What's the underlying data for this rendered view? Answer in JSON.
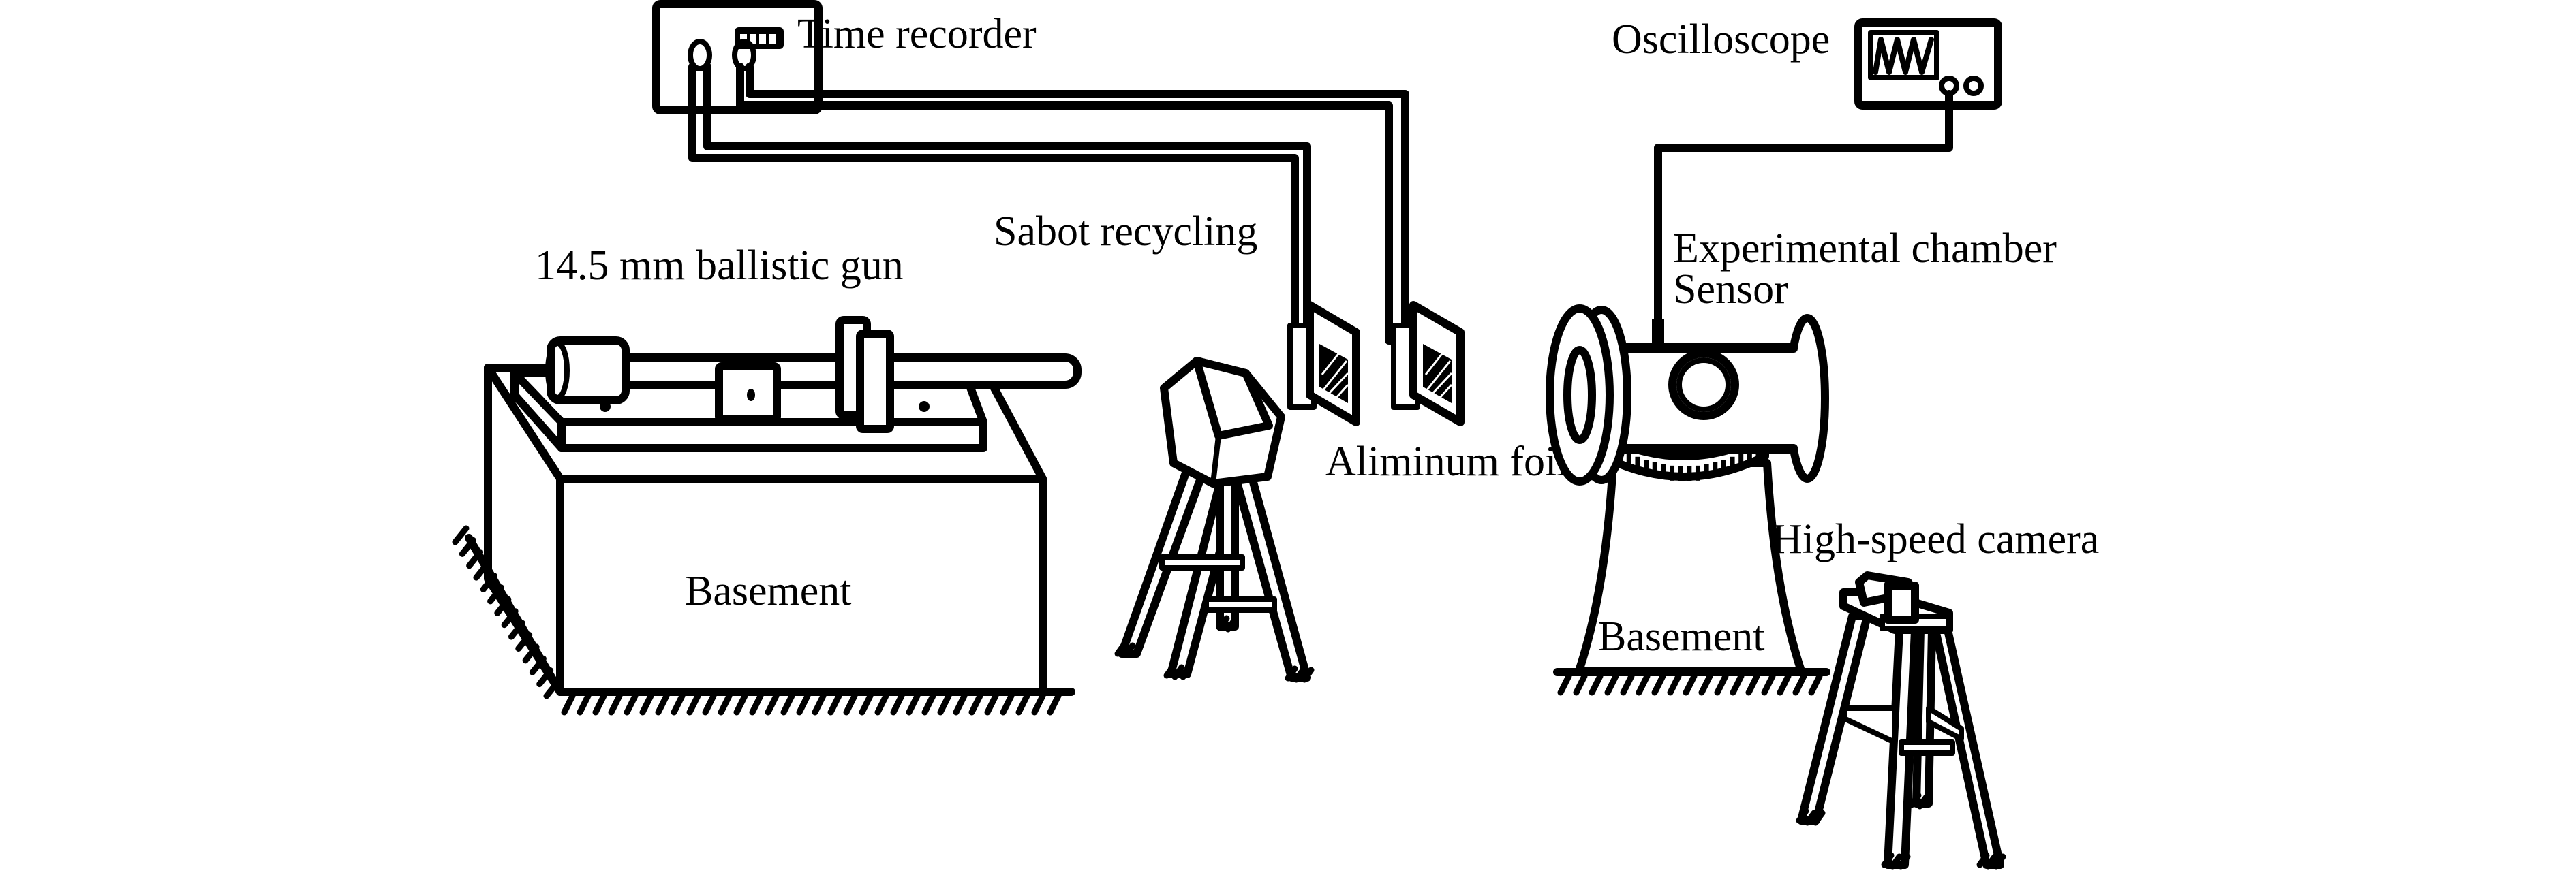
{
  "figure": {
    "type": "experimental-setup-schematic",
    "labels": {
      "time_recorder": "Time recorder",
      "oscilloscope": "Oscilloscope",
      "ballistic_gun": "14.5 mm ballistic gun",
      "sabot_recycling": "Sabot recycling",
      "experimental_chamber": "Experimental chamber",
      "sensor": "Sensor",
      "aluminum_foils": "Aliminum foils",
      "basement_left": "Basement",
      "basement_right": "Basement",
      "high_speed_camera": "High-speed camera"
    },
    "components": [
      "time-recorder",
      "oscilloscope",
      "ballistic-gun",
      "basement-left",
      "sabot-recycler",
      "aluminum-foil-1",
      "aluminum-foil-2",
      "experimental-chamber",
      "pressure-sensor",
      "basement-right",
      "high-speed-camera"
    ],
    "connections": [
      {
        "from": "time-recorder",
        "to": "aluminum-foil-1"
      },
      {
        "from": "time-recorder",
        "to": "aluminum-foil-2"
      },
      {
        "from": "oscilloscope",
        "to": "pressure-sensor"
      }
    ]
  }
}
